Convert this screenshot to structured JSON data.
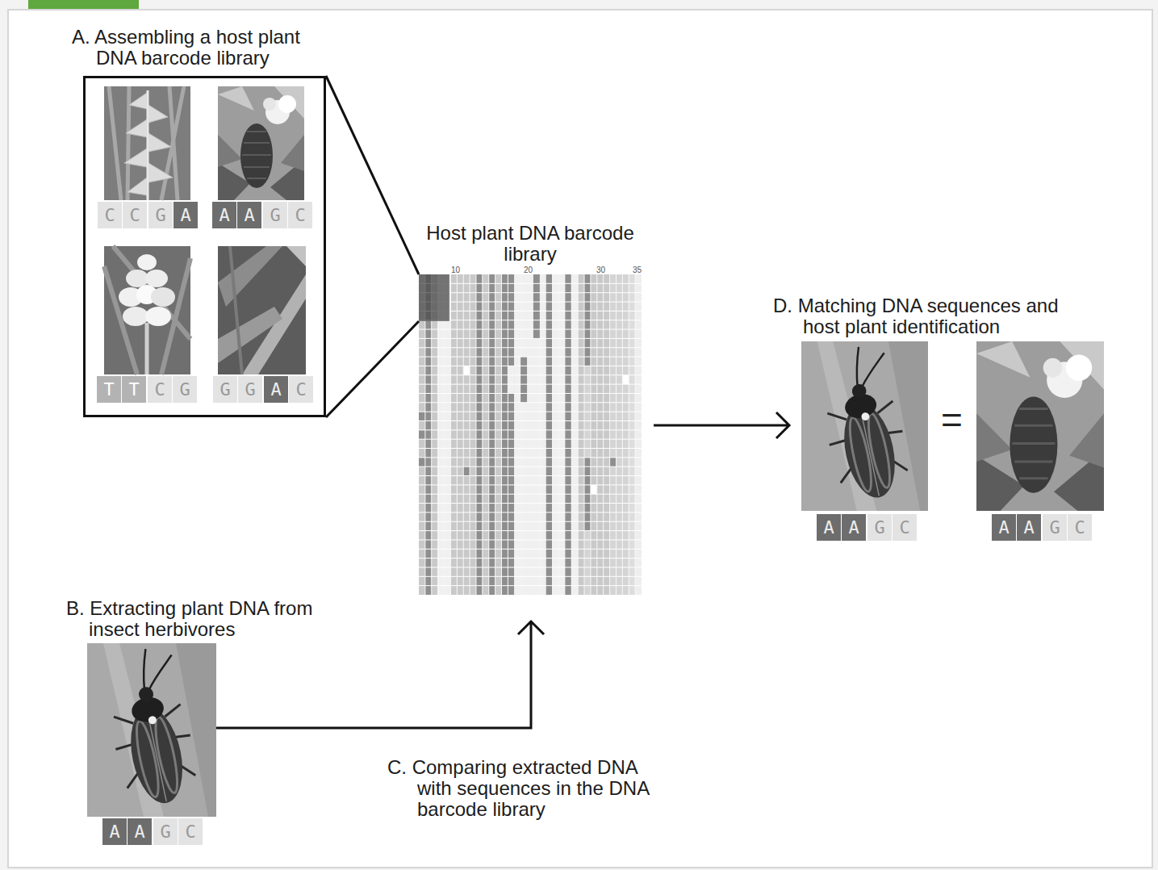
{
  "diagram": {
    "nodes": [
      {
        "text": [
          "A. Assembling a host plant DNA barcode library"
        ]
      },
      {
        "text": [
          "Host plant DNA barcode library"
        ]
      },
      {
        "text": [
          "D. Matching DNA sequences and host plant identification"
        ]
      },
      {
        "text": [
          "B. Extracting plant DNA from insect herbivores"
        ]
      }
    ],
    "edges": [
      {
        "from": 0,
        "to": 1,
        "arrow": "none"
      },
      {
        "from": 3,
        "to": 1,
        "label": "C. Comparing extracted DNA with sequences in the DNA barcode library",
        "arrow": "to"
      },
      {
        "from": 1,
        "to": 2,
        "arrow": "to"
      }
    ],
    "labels": [
      "C",
      "C",
      "G",
      "A",
      "A",
      "A",
      "G",
      "C",
      "T",
      "T",
      "C",
      "G",
      "G",
      "G",
      "A",
      "C",
      "10",
      "20",
      "30",
      "35",
      "A",
      "A",
      "G",
      "C",
      "=",
      "A",
      "A",
      "G",
      "C",
      "A",
      "A",
      "G",
      "C"
    ]
  }
}
